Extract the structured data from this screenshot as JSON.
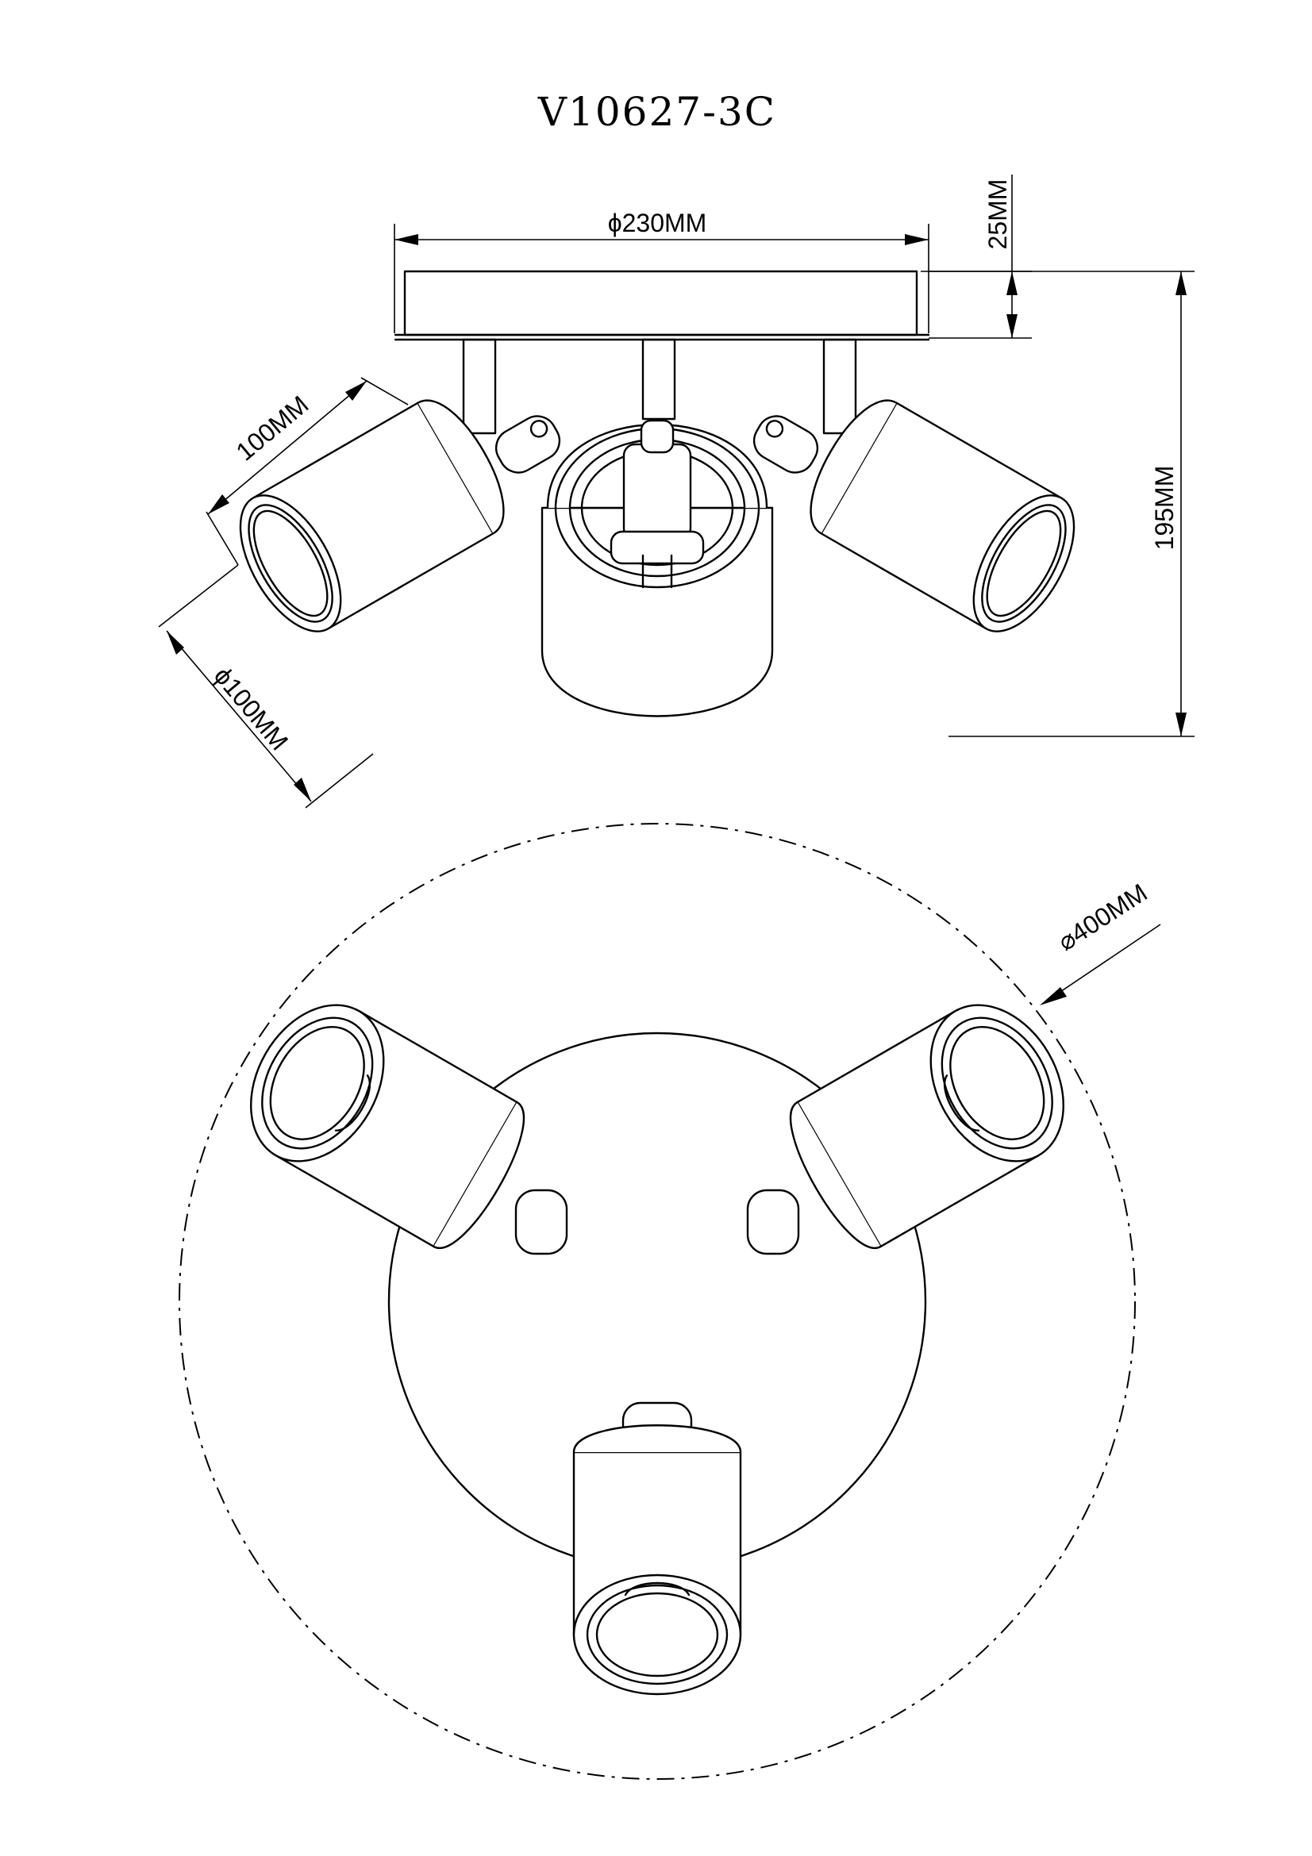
{
  "title": "V10627-3C",
  "dimensions": {
    "base_diameter": "ϕ230MM",
    "base_height": "25MM",
    "total_height": "195MM",
    "shade_length": "100MM",
    "shade_diameter": "ϕ100MM",
    "overall_diameter": "⌀400MM"
  }
}
